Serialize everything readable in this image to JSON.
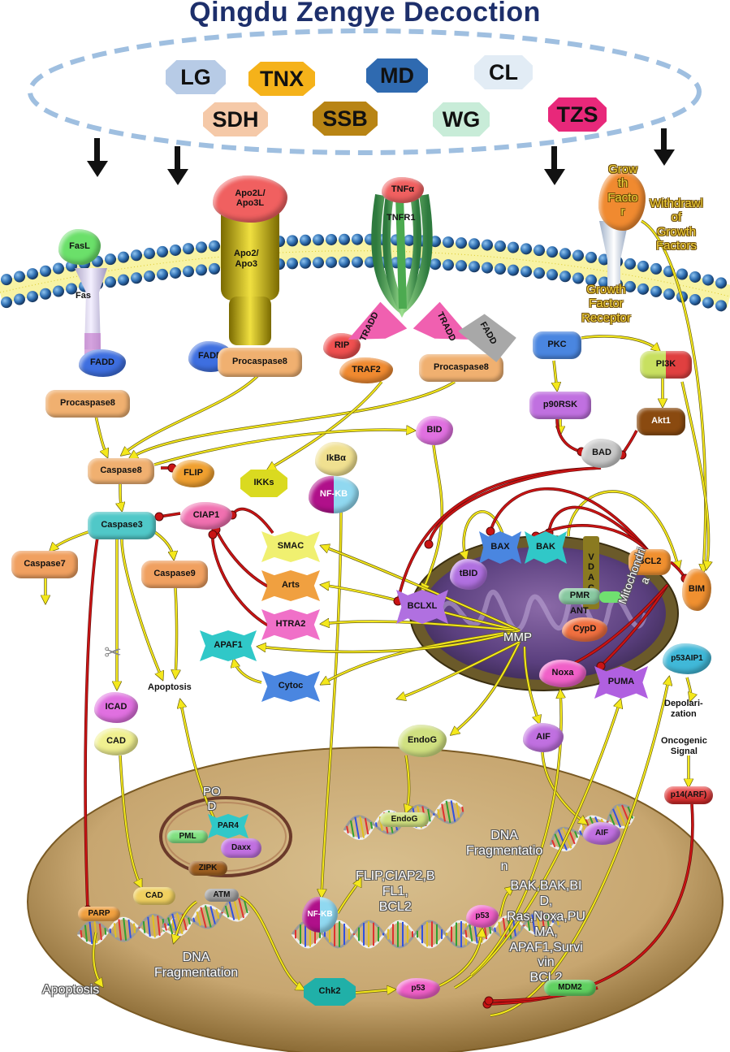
{
  "title": "Qingdu Zengye Decoction",
  "herbs": [
    {
      "label": "LG",
      "color": "#b7cbe6"
    },
    {
      "label": "TNX",
      "color": "#f5b21a"
    },
    {
      "label": "MD",
      "color": "#2f6ab0"
    },
    {
      "label": "CL",
      "color": "#e2ecf5"
    },
    {
      "label": "SDH",
      "color": "#f5c9a8"
    },
    {
      "label": "SSB",
      "color": "#b88414"
    },
    {
      "label": "WG",
      "color": "#c8ecd8"
    },
    {
      "label": "TZS",
      "color": "#e8287a"
    }
  ],
  "labels": {
    "fasl": "FasL",
    "fas": "Fas",
    "fadd": "FADD",
    "procaspase8": "Procaspase8",
    "apo2l": "Apo2L/\nApo3L",
    "apo2": "Apo2/\nApo3",
    "tnfa": "TNFα",
    "tnfr1": "TNFR1",
    "tradd": "TRADD",
    "rip": "RIP",
    "traf2": "TRAF2",
    "growth_factor": "Grow\nth\nFacto\nr",
    "withdrawal": "Withdrawl\nof\nGrowth\nFactors",
    "gf_receptor": "Growth\nFactor\nReceptor",
    "pkc": "PKC",
    "pi3k": "PI3K",
    "p90rsk": "p90RSK",
    "akt1": "Akt1",
    "bad": "BAD",
    "bid": "BID",
    "caspase8": "Caspase8",
    "flip": "FLIP",
    "ikks": "IKKs",
    "ikba": "IkBα",
    "nfkb": "NF-KB",
    "caspase3": "Caspase3",
    "ciap1": "CIAP1",
    "caspase7": "Caspase7",
    "caspase9": "Caspase9",
    "smac": "SMAC",
    "arts": "Arts",
    "htra2": "HTRA2",
    "apaf1": "APAF1",
    "cytoc": "Cytoc",
    "apoptosis": "Apoptosis",
    "icad": "ICAD",
    "cad": "CAD",
    "bax": "BAX",
    "bak": "BAK",
    "vdac": "V\nD\nA\nC",
    "bcl2": "BCL2",
    "tbid": "tBID",
    "bclxl": "BCLXL",
    "pmr": "PMR",
    "ant": "ANT",
    "cypd": "CypD",
    "mmp": "MMP",
    "mitochondria": "Mitochondri\na",
    "bim": "BIM",
    "noxa": "Noxa",
    "puma": "PUMA",
    "p53aip1": "p53AIP1",
    "depolarization": "Depolari-\nzation",
    "oncogenic": "Oncogenic\nSignal",
    "p14arf": "p14(ARF)",
    "endog": "EndoG",
    "aif": "AIF",
    "pod": "PO\nD",
    "pml": "PML",
    "par4": "PAR4",
    "daxx": "Daxx",
    "zipk": "ZIPK",
    "dna_frag_upper": "DNA\nFragmentatio\nn",
    "dna_frag_lower": "DNA\nFragmentation",
    "atm": "ATM",
    "parp": "PARP",
    "chk2": "Chk2",
    "p53": "p53",
    "mdm2": "MDM2",
    "flip_targets": "FLIP,CIAP2,B\nFL1,\nBCL2",
    "p53_targets": "BAK,BAK,BI\nD,\nRas,Noxa,PU\nMA,\nAPAF1,Survi\nvin\nBCL2"
  },
  "colors": {
    "title": "#1d2f6b",
    "activation": "#f4e81c",
    "inhibition": "#c81414",
    "membrane_head": "#3a6fae",
    "nucleus": "#c9ab78",
    "mito_outer": "#6f5e2a",
    "mito_inner": "#5c3e82"
  }
}
